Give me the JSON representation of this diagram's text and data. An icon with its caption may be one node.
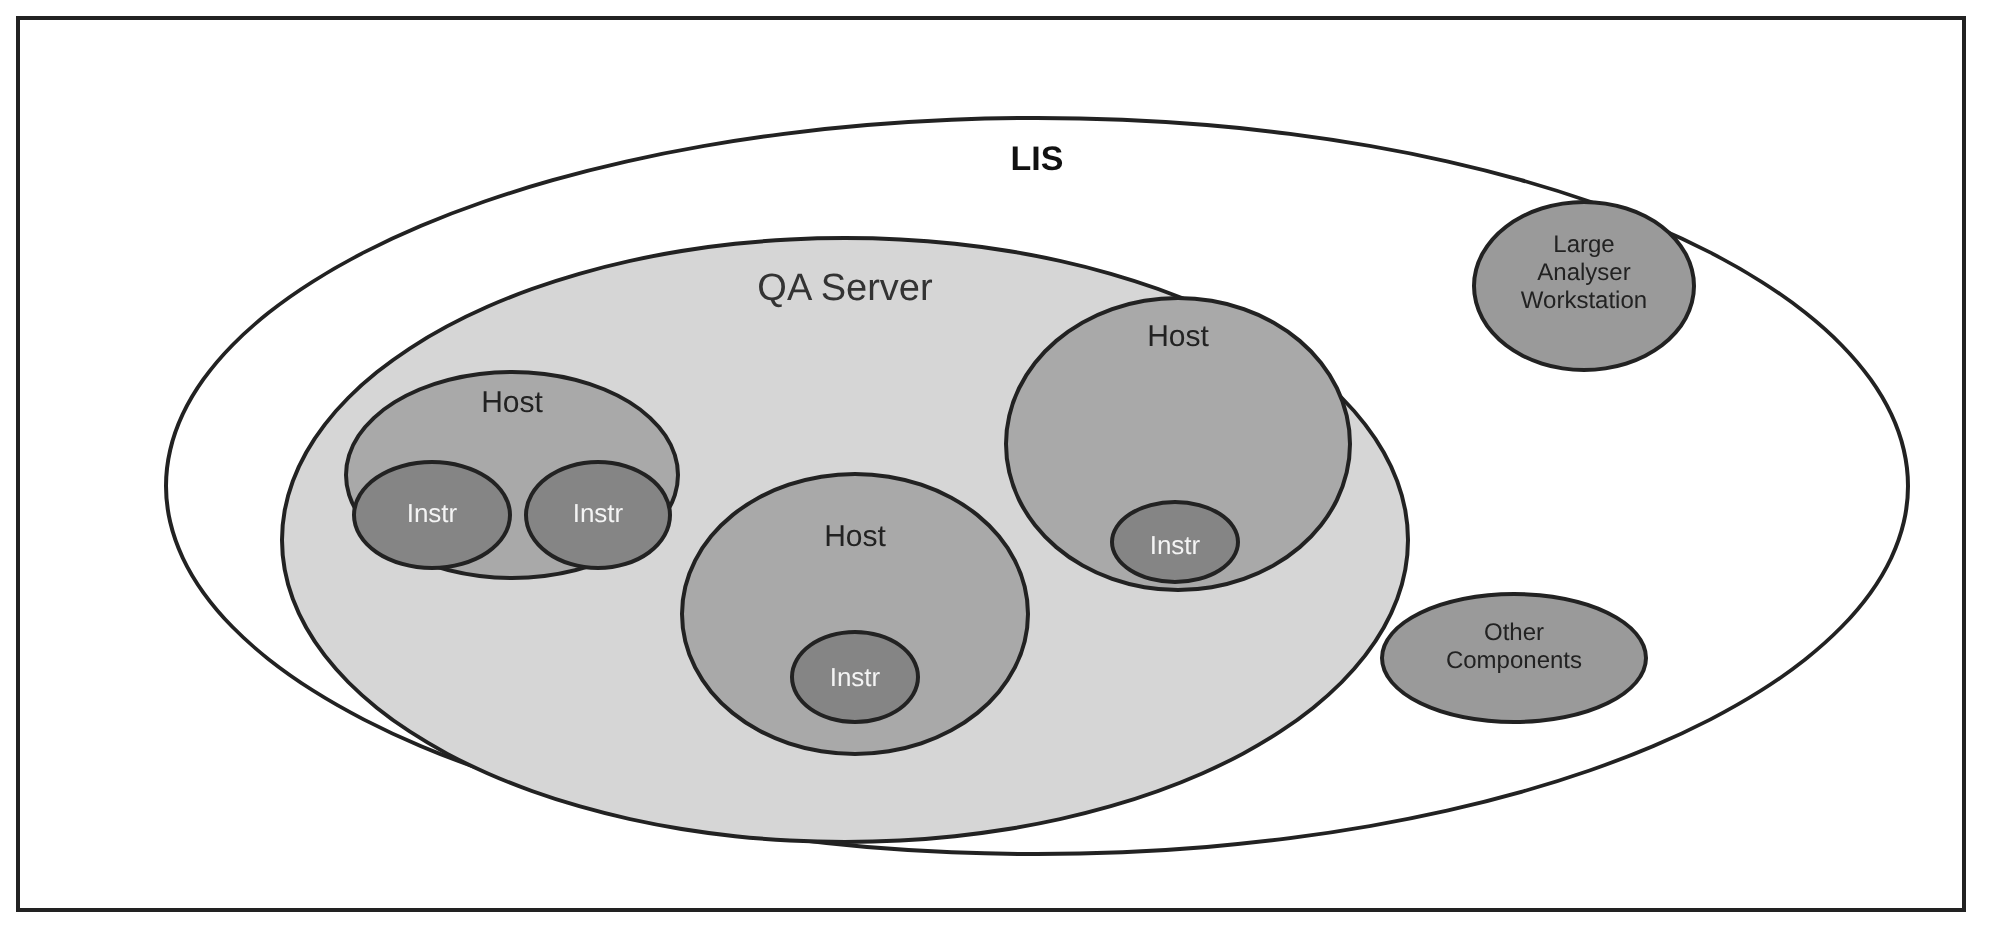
{
  "diagram": {
    "nodes": [
      {
        "text": [
          "LIS"
        ]
      },
      {
        "text": [
          "QA Server"
        ],
        "in": 0
      },
      {
        "text": [
          "Host"
        ],
        "in": 1
      },
      {
        "text": [
          "Instr"
        ],
        "in": 2
      },
      {
        "text": [
          "Instr"
        ],
        "in": 2
      },
      {
        "text": [
          "Host"
        ],
        "in": 1
      },
      {
        "text": [
          "Instr"
        ],
        "in": 5
      },
      {
        "text": [
          "Host"
        ],
        "in": 1
      },
      {
        "text": [
          "Instr"
        ],
        "in": 7
      },
      {
        "text": [
          "Large Analyser Workstation"
        ],
        "in": 0
      },
      {
        "text": [
          "Other Components"
        ],
        "in": 0
      }
    ],
    "edges": []
  }
}
